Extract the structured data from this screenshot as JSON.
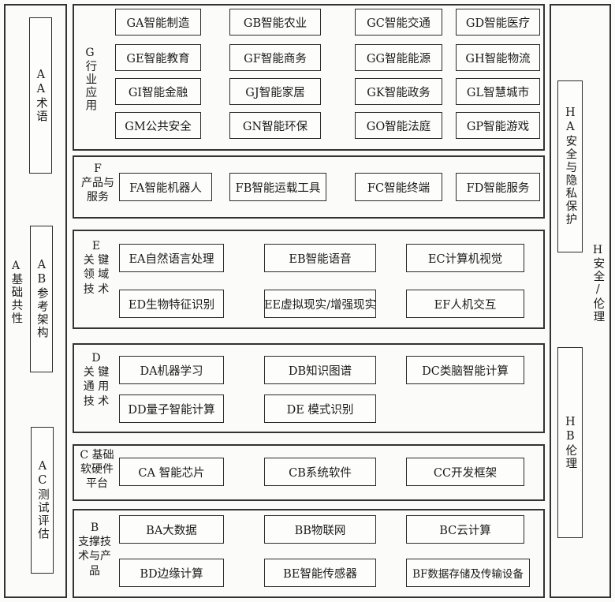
{
  "left": {
    "label_code": "A",
    "label_text": "基础共性",
    "aa": "AA术语",
    "ab": "AB参考架构",
    "ac": "AC测试评估"
  },
  "right": {
    "label_code": "H",
    "label_text": "安全/伦理",
    "ha": "HA安全与隐私保护",
    "hb": "HB伦理"
  },
  "g": {
    "code": "G",
    "text": "行业应用",
    "items": [
      "GA智能制造",
      "GB智能农业",
      "GC智能交通",
      "GD智能医疗",
      "GE智能教育",
      "GF智能商务",
      "GG智能能源",
      "GH智能物流",
      "GI智能金融",
      "GJ智能家居",
      "GK智能政务",
      "GL智慧城市",
      "GM公共安全",
      "GN智能环保",
      "GO智能法庭",
      "GP智能游戏"
    ]
  },
  "f": {
    "code": "F",
    "text_line1": "产品与",
    "text_line2": "服务",
    "items": [
      "FA智能机器人",
      "FB智能运载工具",
      "FC智能终端",
      "FD智能服务"
    ]
  },
  "e": {
    "code": "E",
    "text_line1": "关 键",
    "text_line2": "领 域",
    "text_line3": "技 术",
    "items": [
      "EA自然语言处理",
      "EB智能语音",
      "EC计算机视觉",
      "ED生物特征识别",
      "EE虚拟现实/增强现实",
      "EF人机交互"
    ]
  },
  "d": {
    "code": "D",
    "text_line1": "关 键",
    "text_line2": "通 用",
    "text_line3": "技 术",
    "items": [
      "DA机器学习",
      "DB知识图谱",
      "DC类脑智能计算",
      "DD量子智能计算",
      "DE 模式识别"
    ]
  },
  "c": {
    "code_line": "C 基础",
    "text_line2": "软硬件",
    "text_line3": "平台",
    "items": [
      "CA 智能芯片",
      "CB系统软件",
      "CC开发框架"
    ]
  },
  "b": {
    "code": "B",
    "text_line1": "支撑技",
    "text_line2": "术与产",
    "text_line3": "品",
    "items": [
      "BA大数据",
      "BB物联网",
      "BC云计算",
      "BD边缘计算",
      "BE智能传感器",
      "BF数据存储及传输设备"
    ]
  }
}
